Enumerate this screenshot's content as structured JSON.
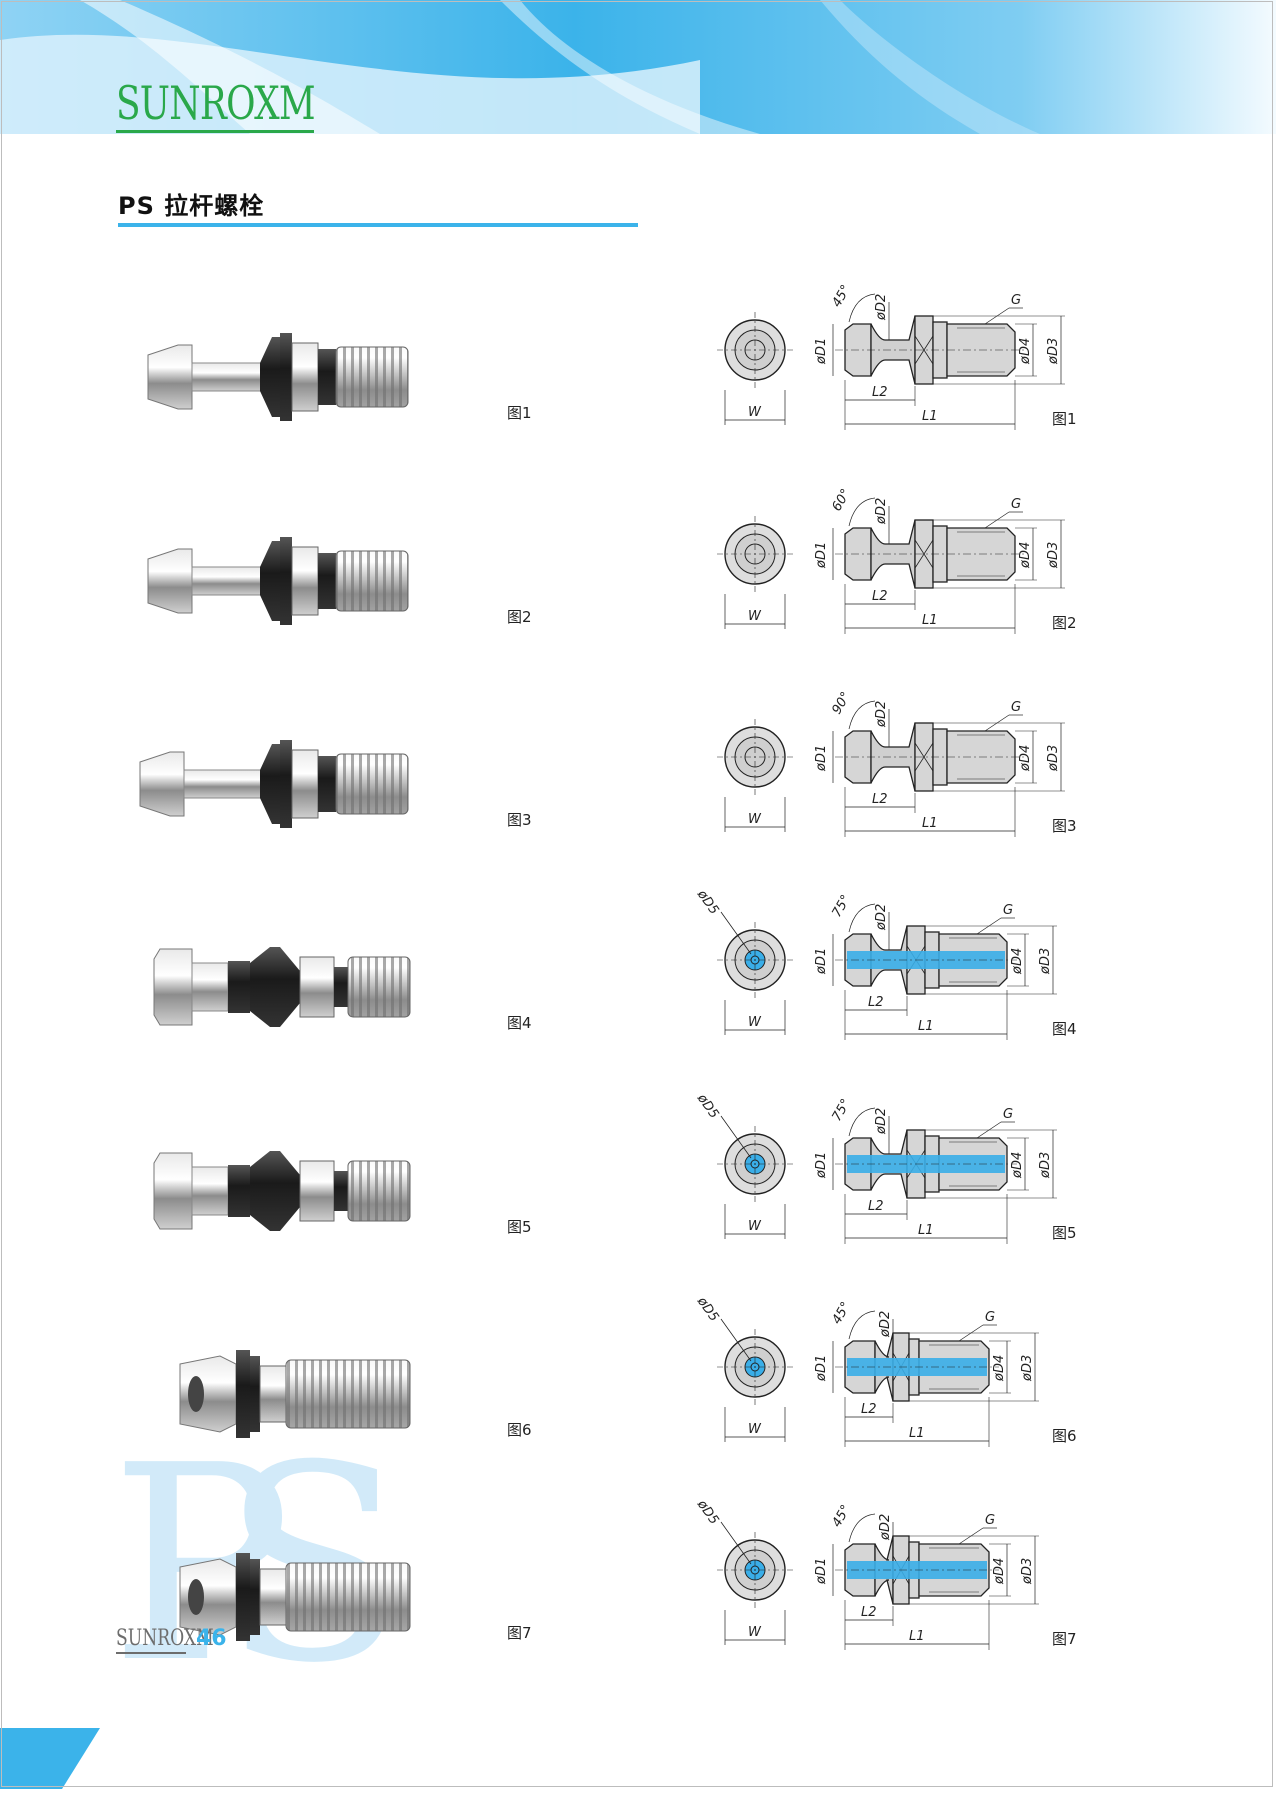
{
  "header": {
    "brand": "SUNROXM",
    "title": "PS 拉杆螺栓",
    "watermark": "PS"
  },
  "colors": {
    "accent": "#3bb3ea",
    "brand": "#2aa84a",
    "bore": "#3aaee8"
  },
  "rows": [
    {
      "label": "图1",
      "angle": "45°",
      "coolant": false
    },
    {
      "label": "图2",
      "angle": "60°",
      "coolant": false
    },
    {
      "label": "图3",
      "angle": "90°",
      "coolant": false
    },
    {
      "label": "图4",
      "angle": "75°",
      "coolant": true
    },
    {
      "label": "图5",
      "angle": "75°",
      "coolant": true
    },
    {
      "label": "图6",
      "angle": "45°",
      "coolant": true
    },
    {
      "label": "图7",
      "angle": "45°",
      "coolant": true
    }
  ],
  "dimensions": {
    "d1": "øD1",
    "d2": "øD2",
    "d3": "øD3",
    "d4": "øD4",
    "d5": "øD5",
    "g": "G",
    "w": "W",
    "l1": "L1",
    "l2": "L2"
  },
  "footer": {
    "brand": "SUNROXM",
    "page_number": "46"
  }
}
